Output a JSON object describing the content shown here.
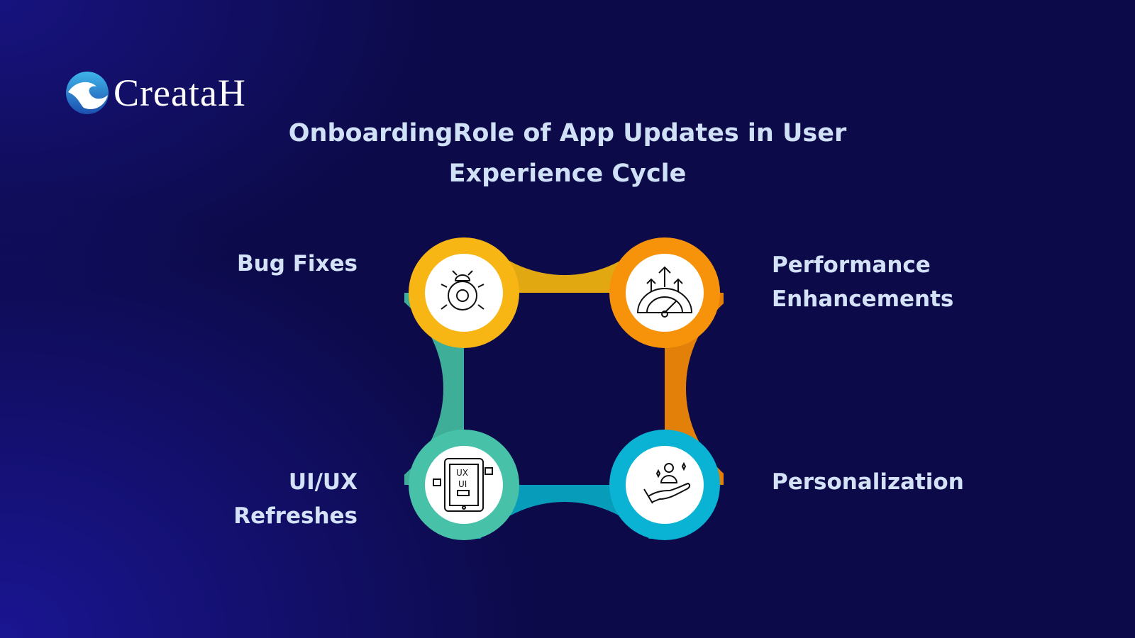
{
  "logo": {
    "text": "CreataH"
  },
  "title": "OnboardingRole of App Updates in User Experience Cycle",
  "items": [
    {
      "label": "Bug Fixes",
      "icon": "bug-gear-icon",
      "color": "#f7b614"
    },
    {
      "label": "Performance Enhancements",
      "icon": "speedometer-arrows-icon",
      "color": "#f7930a"
    },
    {
      "label": "UI/UX Refreshes",
      "icon": "mobile-ui-ux-icon",
      "color": "#47c2a8"
    },
    {
      "label": "Personalization",
      "icon": "hand-person-icon",
      "color": "#0ab3d3"
    }
  ],
  "colors": {
    "background": "#0c0a48",
    "text": "#d4e2f7"
  }
}
